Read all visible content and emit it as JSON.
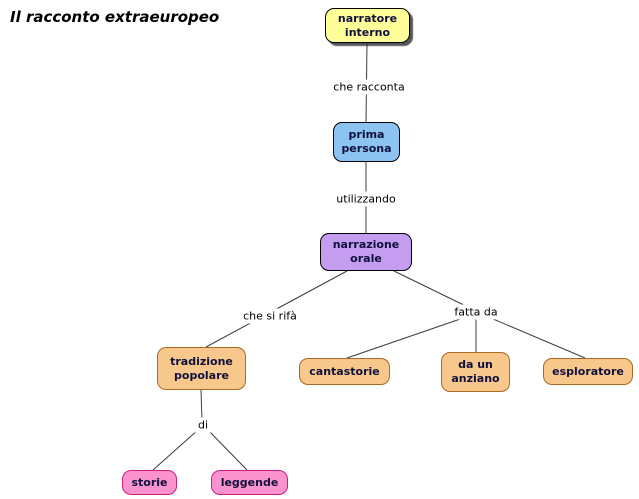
{
  "title": "Il racconto extraeuropeo",
  "text_color": "#10103c",
  "nodes": [
    {
      "name": "narratore-interno",
      "label": "narratore\ninterno",
      "fill": "#ffff99",
      "border": "#000000"
    },
    {
      "name": "prima-persona",
      "label": "prima\npersona",
      "fill": "#8cc3f0",
      "border": "#000000"
    },
    {
      "name": "narrazione-orale",
      "label": "narrazione\norale",
      "fill": "#c49cf0",
      "border": "#000000"
    },
    {
      "name": "tradizione-popolare",
      "label": "tradizione\npopolare",
      "fill": "#f7c78c",
      "border": "#a96a24"
    },
    {
      "name": "cantastorie",
      "label": "cantastorie",
      "fill": "#f7c78c",
      "border": "#a96a24"
    },
    {
      "name": "da-un-anziano",
      "label": "da un\nanziano",
      "fill": "#f7c78c",
      "border": "#a96a24"
    },
    {
      "name": "esploratore",
      "label": "esploratore",
      "fill": "#f7c78c",
      "border": "#a96a24"
    },
    {
      "name": "storie",
      "label": "storie",
      "fill": "#fb93cf",
      "border": "#cc1f7a"
    },
    {
      "name": "leggende",
      "label": "leggende",
      "fill": "#fb93cf",
      "border": "#cc1f7a"
    }
  ],
  "edge_labels": [
    {
      "name": "che-racconta",
      "label": "che racconta"
    },
    {
      "name": "utilizzando",
      "label": "utilizzando"
    },
    {
      "name": "che-si-rifa",
      "label": "che si rifà"
    },
    {
      "name": "fatta-da",
      "label": "fatta da"
    },
    {
      "name": "di",
      "label": "di"
    }
  ],
  "edges": [
    {
      "from": "narratore-interno",
      "label": "che racconta",
      "to": "prima-persona"
    },
    {
      "from": "prima-persona",
      "label": "utilizzando",
      "to": "narrazione-orale"
    },
    {
      "from": "narrazione-orale",
      "label": "che si rifà",
      "to": "tradizione-popolare"
    },
    {
      "from": "narrazione-orale",
      "label": "fatta da",
      "to": "cantastorie"
    },
    {
      "from": "narrazione-orale",
      "label": "fatta da",
      "to": "da-un-anziano"
    },
    {
      "from": "narrazione-orale",
      "label": "fatta da",
      "to": "esploratore"
    },
    {
      "from": "tradizione-popolare",
      "label": "di",
      "to": "storie"
    },
    {
      "from": "tradizione-popolare",
      "label": "di",
      "to": "leggende"
    }
  ]
}
